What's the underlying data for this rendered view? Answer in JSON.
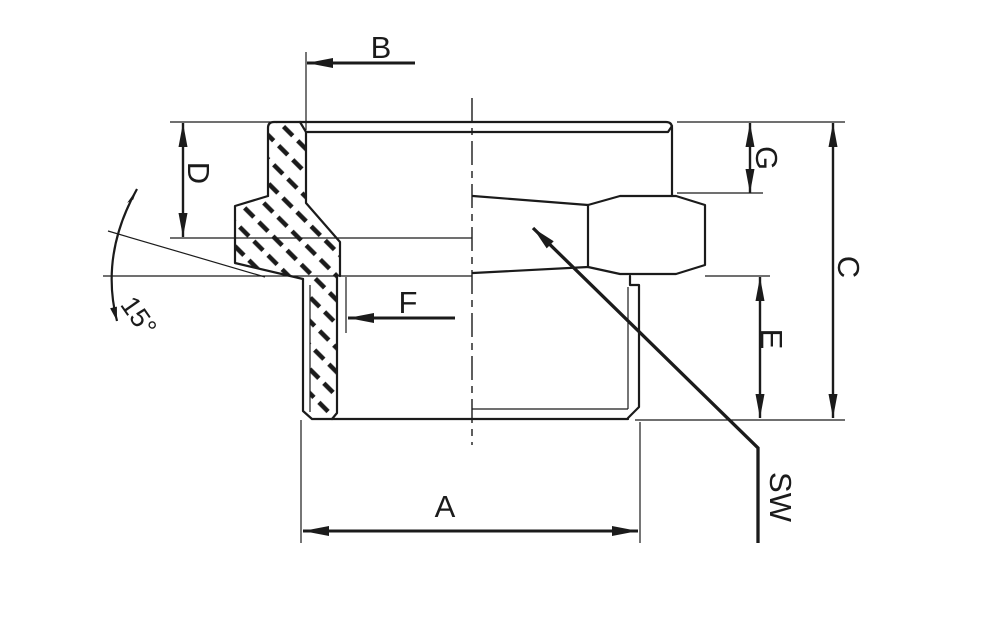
{
  "drawing": {
    "background": "#ffffff",
    "line_color": "#1b1b1b",
    "type_note": "sectioned technical drawing of a hex adapter fitting",
    "labels": {
      "A": "A",
      "B": "B",
      "C": "C",
      "D": "D",
      "E": "E",
      "F": "F",
      "G": "G",
      "SW": "SW",
      "angle": "15°"
    }
  }
}
